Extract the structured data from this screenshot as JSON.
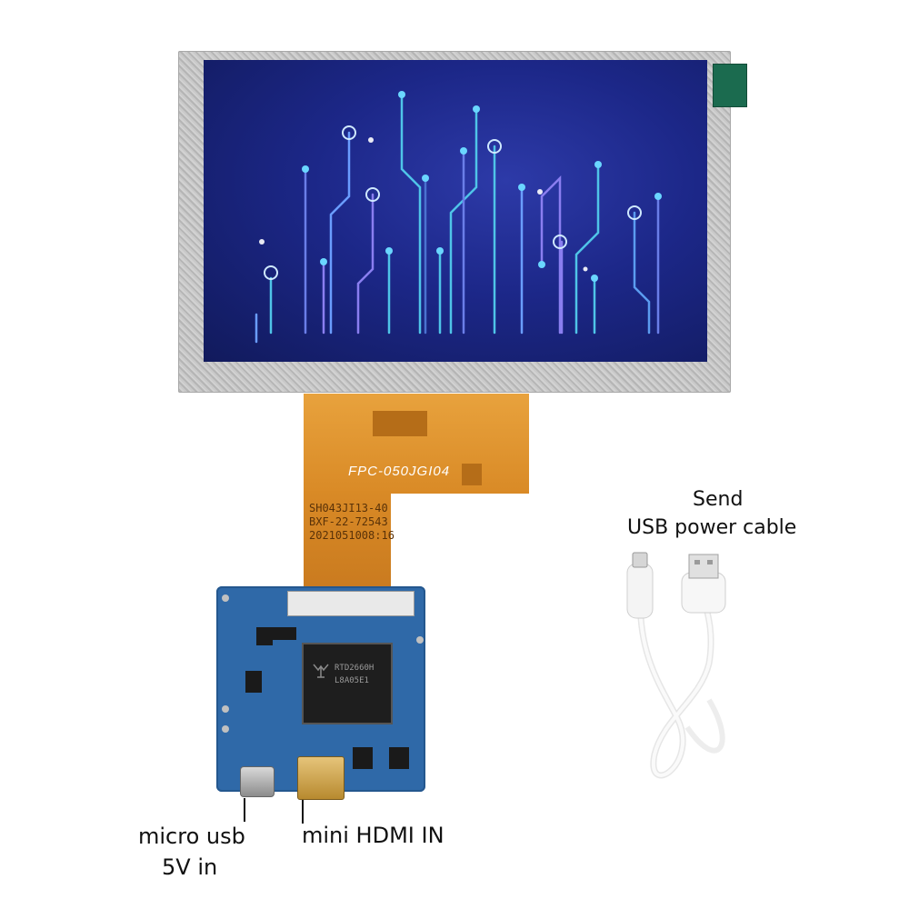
{
  "fpc": {
    "code": "FPC-050JGI04",
    "part_1": "SH043JI13-40",
    "part_2": "BXF-22-72543",
    "part_3": "2021051008:16"
  },
  "chip": {
    "line_1": "RTD2660H",
    "line_2": "L8A05E1"
  },
  "labels": {
    "microusb_line_1": "micro usb",
    "microusb_line_2": "5V  in",
    "hdmi": "mini HDMI IN",
    "send": "Send",
    "cable": "USB power cable"
  },
  "colors": {
    "screen_blue": "#1c2788",
    "fpc_orange": "#e8a23d",
    "pcb_blue": "#2f69a8",
    "cable_white": "#f4f4f4"
  }
}
